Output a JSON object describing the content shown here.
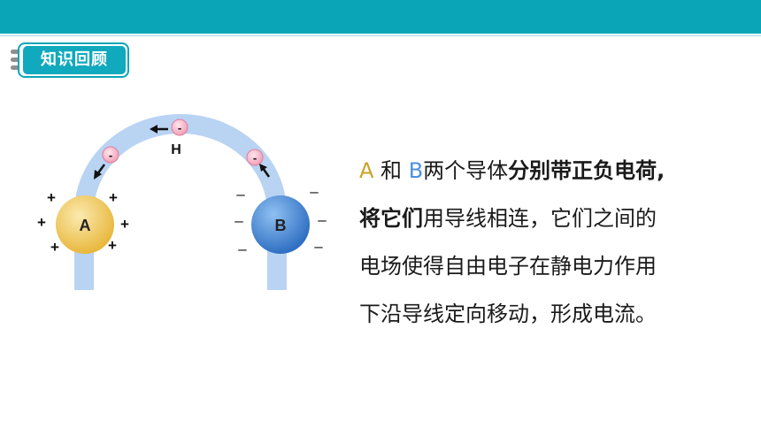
{
  "badge": {
    "label": "知识回顾"
  },
  "diagram": {
    "sphere_a": "A",
    "sphere_b": "B",
    "electron_sign": "-",
    "point_label": "H",
    "plus": "+",
    "minus": "–"
  },
  "paragraph": {
    "l1_a": "A",
    "l1_and": " 和 ",
    "l1_b": "B",
    "l1_mid": "两个导体",
    "l1_bold": "分别带正负电荷,",
    "l2_bold": "将它们",
    "l2_rest": "用导线相连，它们之间的",
    "l3": "电场使得自由电子在静电力作用",
    "l4": "下沿导线定向移动，形成电流。"
  },
  "colors": {
    "accent": "#0aa6b8",
    "conductor_a": "#f3cf6a",
    "conductor_b": "#3f86d6",
    "wire": "#b9d3f3"
  }
}
